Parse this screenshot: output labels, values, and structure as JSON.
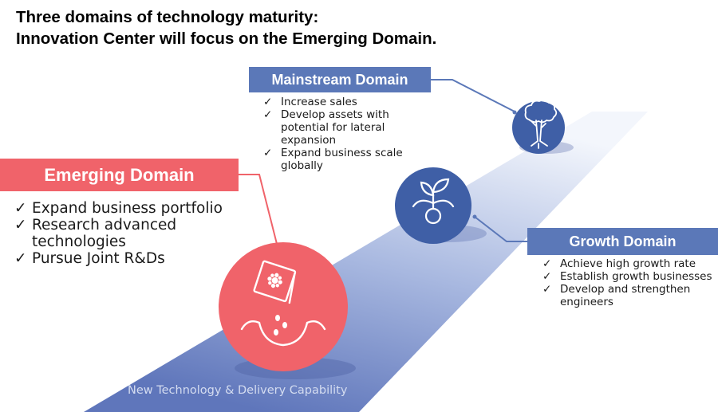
{
  "title": {
    "line1": "Three domains of technology maturity:",
    "line2": "Innovation Center will focus on the Emerging Domain."
  },
  "mainstream": {
    "label": "Mainstream Domain",
    "items": [
      "Increase sales",
      "Develop assets with potential for lateral expansion",
      "Expand business scale globally"
    ]
  },
  "emerging": {
    "label": "Emerging Domain",
    "items": [
      "Expand business portfolio",
      "Research advanced technologies",
      "Pursue Joint R&Ds"
    ]
  },
  "growth": {
    "label": "Growth Domain",
    "items": [
      "Achieve high growth rate",
      "Establish growth businesses",
      "Develop and strengthen engineers"
    ]
  },
  "road_label": "New Technology & Delivery Capability",
  "check_glyph": "✓",
  "icons": {
    "mainstream": "tree-icon",
    "growth": "sprout-icon",
    "emerging": "seed-packet-icon"
  },
  "colors": {
    "blue": "#5b78b8",
    "red": "#f0636a",
    "road_light": "#e6ebf7",
    "road_dark": "#6a80c0"
  }
}
